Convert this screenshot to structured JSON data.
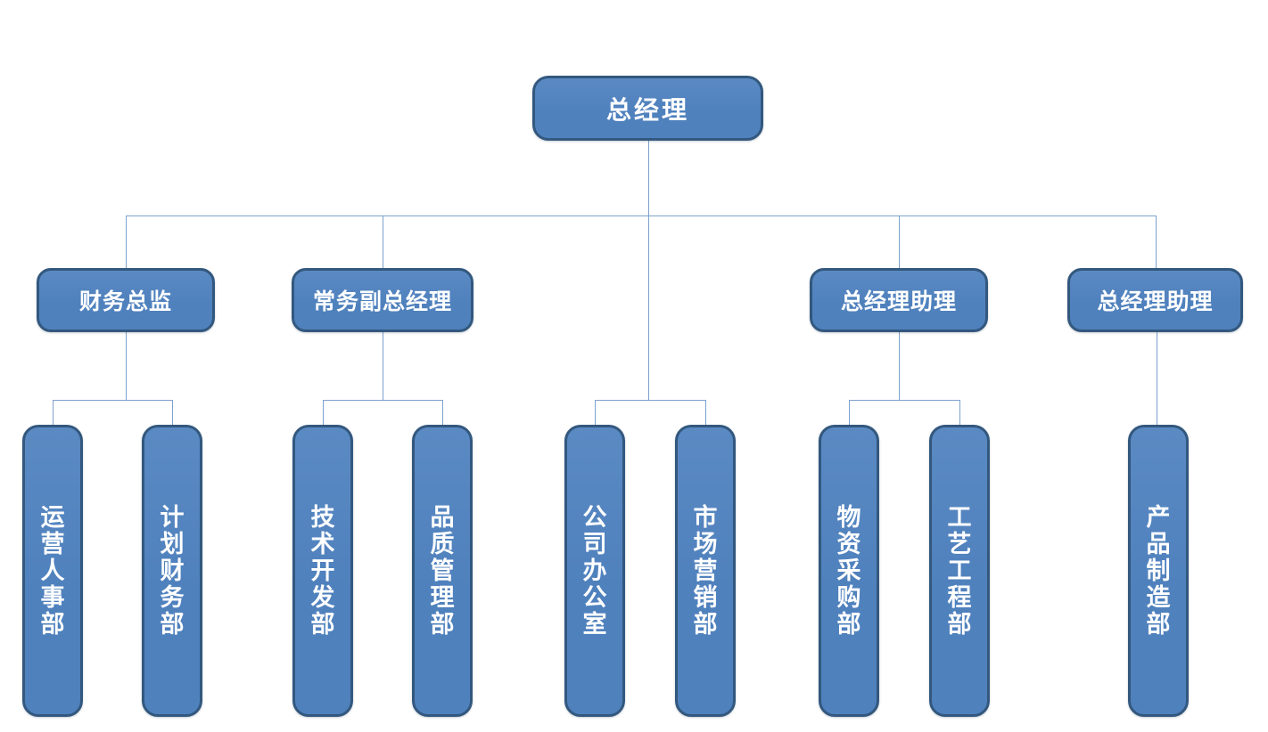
{
  "org_chart": {
    "root": {
      "label": "总经理"
    },
    "branches": [
      {
        "manager": {
          "label": "财务总监"
        },
        "departments": [
          {
            "label": "运营人事部"
          },
          {
            "label": "计划财务部"
          }
        ]
      },
      {
        "manager": {
          "label": "常务副总经理"
        },
        "departments": [
          {
            "label": "技术开发部"
          },
          {
            "label": "品质管理部"
          }
        ]
      },
      {
        "manager": null,
        "departments": [
          {
            "label": "公司办公室"
          },
          {
            "label": "市场营销部"
          }
        ]
      },
      {
        "manager": {
          "label": "总经理助理"
        },
        "departments": [
          {
            "label": "物资采购部"
          },
          {
            "label": "工艺工程部"
          }
        ]
      },
      {
        "manager": {
          "label": "总经理助理"
        },
        "departments": [
          {
            "label": "产品制造部"
          }
        ]
      }
    ]
  },
  "colors": {
    "background": "#ffffff",
    "node_fill": "#4f81bd",
    "node_fill_light": "#5b8ac3",
    "node_border": "#33587e",
    "node_text": "#ffffff",
    "connector": "#7da1cc"
  }
}
